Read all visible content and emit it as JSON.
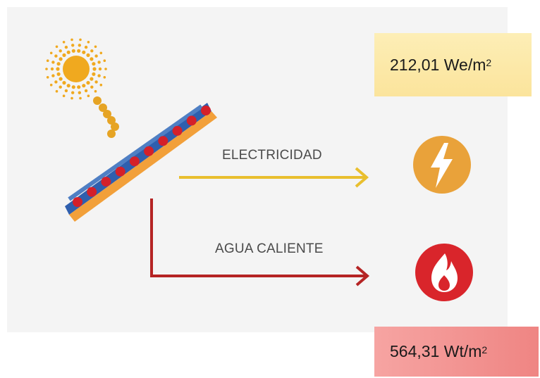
{
  "diagram": {
    "electricity_label": "ELECTRICIDAD",
    "hot_water_label": "AGUA CALIENTE"
  },
  "outputs": {
    "electric": {
      "value": "212,01 We/m",
      "superscript": "2"
    },
    "thermal": {
      "value": "564,31 Wt/m",
      "superscript": "2"
    }
  },
  "colors": {
    "sun": "#f0a91f",
    "electric_arrow": "#e9bf2e",
    "water_arrow": "#b52424",
    "bolt_circle": "#e9a23a",
    "flame_circle": "#d9252b",
    "panel_blue": "#2f5fae",
    "panel_red": "#d4202a",
    "panel_orange": "#f2a03a"
  },
  "icons": {
    "sun": "sun-icon",
    "bolt": "lightning-bolt-icon",
    "flame": "flame-icon"
  }
}
